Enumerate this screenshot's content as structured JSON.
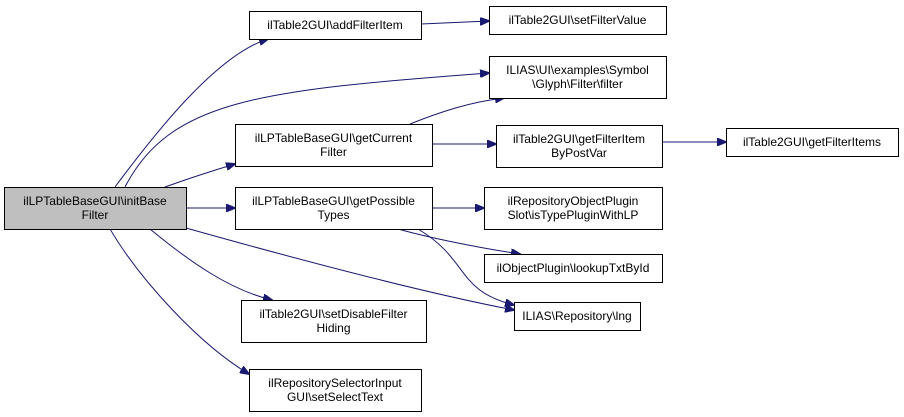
{
  "colors": {
    "edge": "#191970",
    "node_border": "#000000",
    "node_fill": "#ffffff",
    "root_fill": "#bfbfbf",
    "text": "#000000"
  },
  "root": "initBaseFilter",
  "nodes": [
    {
      "id": "initBaseFilter",
      "lines": [
        "ilLPTableBaseGUI\\initBase",
        "Filter"
      ],
      "is_root": true
    },
    {
      "id": "addFilterItem",
      "lines": [
        "ilTable2GUI\\addFilterItem"
      ]
    },
    {
      "id": "setFilterValue",
      "lines": [
        "ilTable2GUI\\setFilterValue"
      ]
    },
    {
      "id": "glyphFilter",
      "lines": [
        "ILIAS\\UI\\examples\\Symbol",
        "\\Glyph\\Filter\\filter"
      ]
    },
    {
      "id": "getCurrentFilter",
      "lines": [
        "ilLPTableBaseGUI\\getCurrent",
        "Filter"
      ]
    },
    {
      "id": "getFilterItemByPostVar",
      "lines": [
        "ilTable2GUI\\getFilterItem",
        "ByPostVar"
      ]
    },
    {
      "id": "getFilterItems",
      "lines": [
        "ilTable2GUI\\getFilterItems"
      ]
    },
    {
      "id": "getPossibleTypes",
      "lines": [
        "ilLPTableBaseGUI\\getPossible",
        "Types"
      ]
    },
    {
      "id": "isTypePluginWithLP",
      "lines": [
        "ilRepositoryObjectPlugin",
        "Slot\\isTypePluginWithLP"
      ]
    },
    {
      "id": "lookupTxtById",
      "lines": [
        "ilObjectPlugin\\lookupTxtById"
      ]
    },
    {
      "id": "lng",
      "lines": [
        "ILIAS\\Repository\\lng"
      ]
    },
    {
      "id": "setDisableFilterHiding",
      "lines": [
        "ilTable2GUI\\setDisableFilter",
        "Hiding"
      ]
    },
    {
      "id": "setSelectText",
      "lines": [
        "ilRepositorySelectorInput",
        "GUI\\setSelectText"
      ]
    }
  ],
  "edges": [
    {
      "from": "initBaseFilter",
      "to": "addFilterItem"
    },
    {
      "from": "initBaseFilter",
      "to": "glyphFilter"
    },
    {
      "from": "initBaseFilter",
      "to": "getCurrentFilter"
    },
    {
      "from": "initBaseFilter",
      "to": "getPossibleTypes"
    },
    {
      "from": "initBaseFilter",
      "to": "lng"
    },
    {
      "from": "initBaseFilter",
      "to": "setDisableFilterHiding"
    },
    {
      "from": "initBaseFilter",
      "to": "setSelectText"
    },
    {
      "from": "addFilterItem",
      "to": "setFilterValue"
    },
    {
      "from": "getCurrentFilter",
      "to": "glyphFilter"
    },
    {
      "from": "getCurrentFilter",
      "to": "getFilterItemByPostVar"
    },
    {
      "from": "getFilterItemByPostVar",
      "to": "getFilterItems"
    },
    {
      "from": "getPossibleTypes",
      "to": "isTypePluginWithLP"
    },
    {
      "from": "getPossibleTypes",
      "to": "lookupTxtById"
    },
    {
      "from": "getPossibleTypes",
      "to": "lng"
    }
  ]
}
